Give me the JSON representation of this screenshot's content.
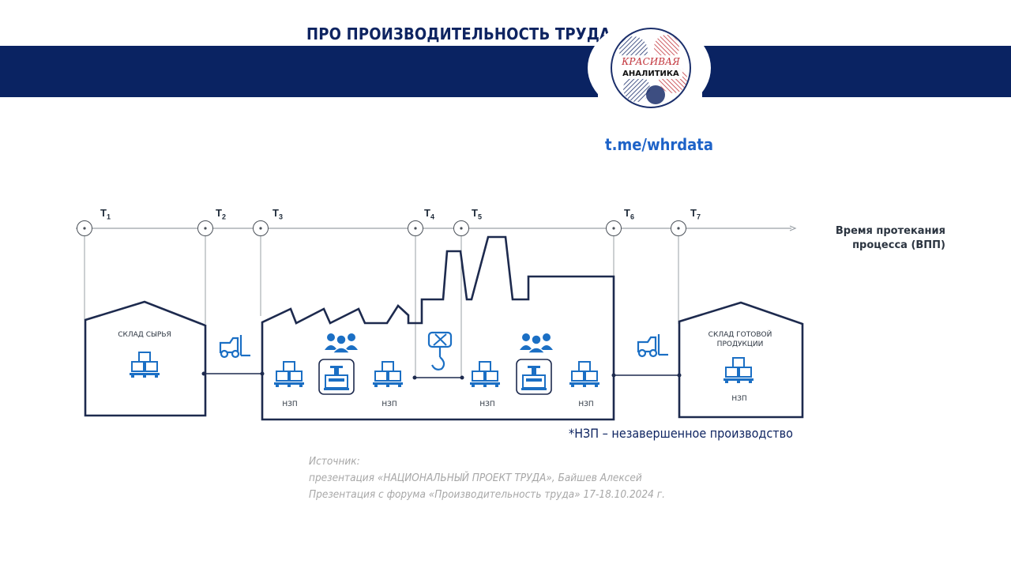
{
  "header": {
    "title": "ПРО ПРОИЗВОДИТЕЛЬНОСТЬ ТРУДА",
    "accent_color": "#0a2362"
  },
  "logo": {
    "line1": "КРАСИВАЯ",
    "line2": "АНАЛИТИКА"
  },
  "telegram_link": "t.me/whrdata",
  "timeline": {
    "axis_label_line1": "Время протекания",
    "axis_label_line2": "процесса (ВПП)",
    "points": [
      {
        "label": "T",
        "sub": "1"
      },
      {
        "label": "T",
        "sub": "2"
      },
      {
        "label": "T",
        "sub": "3"
      },
      {
        "label": "T",
        "sub": "4"
      },
      {
        "label": "T",
        "sub": "5"
      },
      {
        "label": "T",
        "sub": "6"
      },
      {
        "label": "T",
        "sub": "7"
      }
    ]
  },
  "buildings": {
    "raw_warehouse": "СКЛАД СЫРЬЯ",
    "finished_warehouse_line1": "СКЛАД ГОТОВОЙ",
    "finished_warehouse_line2": "ПРОДУКЦИИ"
  },
  "wip_label": "НЗП",
  "footnote": "*НЗП – незавершенное производство",
  "source": {
    "line1": "Источник:",
    "line2": "презентация «НАЦИОНАЛЬНЫЙ ПРОЕКТ ТРУДА», Байшев Алексей",
    "line3": "Презентация с форума «Производительность труда» 17-18.10.2024 г."
  },
  "colors": {
    "outline": "#1d2a4e",
    "icon_blue": "#1b6fc4",
    "line_grey": "#9aa0a6"
  }
}
